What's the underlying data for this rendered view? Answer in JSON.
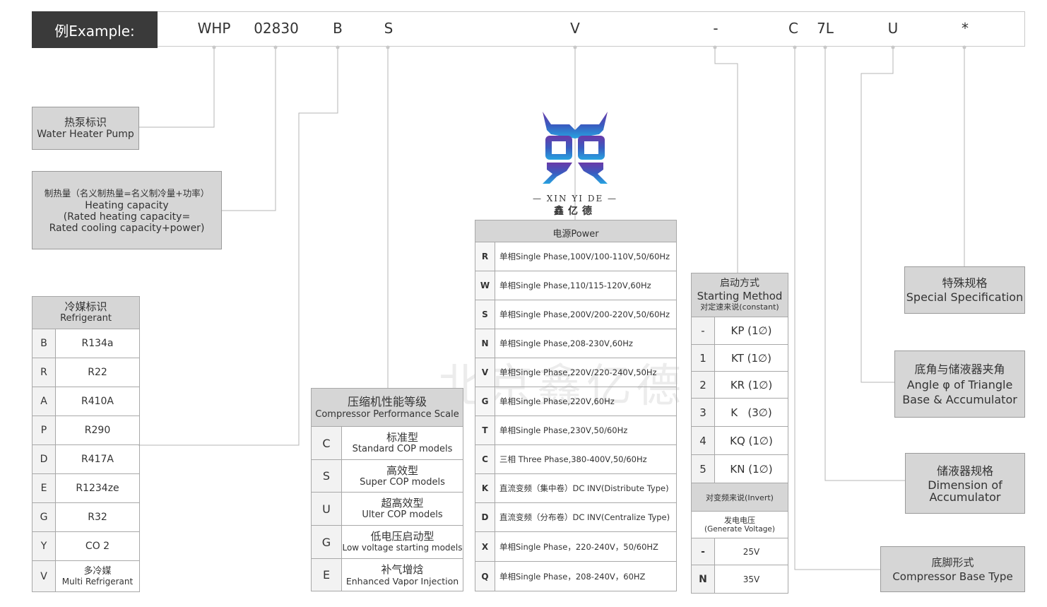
{
  "example": {
    "label": "例Example:",
    "codes": [
      "WHP",
      "02830",
      "B",
      "S",
      "V",
      "-",
      "C",
      "7L",
      "U",
      "*"
    ]
  },
  "logo": {
    "brand_en": "XIN YI DE",
    "brand_zh": "鑫亿德"
  },
  "watermark": "北京鑫亿德",
  "heat_pump": {
    "zh": "热泵标识",
    "en": "Water Heater Pump"
  },
  "capacity": {
    "zh": "制热量（名义制热量=名义制冷量+功率）",
    "en1": "Heating capacity",
    "en2": "(Rated heating capacity=",
    "en3": "Rated cooling capacity+power)"
  },
  "refrigerant": {
    "zh": "冷媒标识",
    "en": "Refrigerant",
    "rows": [
      {
        "key": "B",
        "val": "R134a"
      },
      {
        "key": "R",
        "val": "R22"
      },
      {
        "key": "A",
        "val": "R410A"
      },
      {
        "key": "P",
        "val": "R290"
      },
      {
        "key": "D",
        "val": "R417A"
      },
      {
        "key": "E",
        "val": "R1234ze"
      },
      {
        "key": "G",
        "val": "R32"
      },
      {
        "key": "Y",
        "val": "CO 2"
      },
      {
        "key": "V",
        "val": "多冷媒",
        "val2": "Multi Refrigerant"
      }
    ]
  },
  "compressor_scale": {
    "zh": "压缩机性能等级",
    "en": "Compressor Performance Scale",
    "rows": [
      {
        "key": "C",
        "zh": "标准型",
        "en": "Standard COP models"
      },
      {
        "key": "S",
        "zh": "高效型",
        "en": "Super COP models"
      },
      {
        "key": "U",
        "zh": "超高效型",
        "en": "Ulter COP models"
      },
      {
        "key": "G",
        "zh": "低电压启动型",
        "en": "Low voltage starting models"
      },
      {
        "key": "E",
        "zh": "补气增焓",
        "en": "Enhanced Vapor Injection"
      }
    ]
  },
  "power": {
    "title": "电源Power",
    "rows": [
      {
        "key": "R",
        "val": "单相Single Phase,100V/100-110V,50/60Hz"
      },
      {
        "key": "W",
        "val": "单相Single Phase,110/115-120V,60Hz"
      },
      {
        "key": "S",
        "val": "单相Single Phase,200V/200-220V,50/60Hz"
      },
      {
        "key": "N",
        "val": "单相Single Phase,208-230V,60Hz"
      },
      {
        "key": "V",
        "val": "单相Single Phase,220V/220-240V,50Hz"
      },
      {
        "key": "G",
        "val": "单相Single Phase,220V,60Hz"
      },
      {
        "key": "T",
        "val": "单相Single Phase,230V,50/60Hz"
      },
      {
        "key": "C",
        "val": "三相 Three Phase,380-400V,50/60Hz"
      },
      {
        "key": "K",
        "val": "直流变频（集中卷）DC INV(Distribute Type)"
      },
      {
        "key": "D",
        "val": "直流变频（分布卷）DC INV(Centralize Type)"
      },
      {
        "key": "X",
        "val": "单相Single Phase，220-240V，50/60HZ"
      },
      {
        "key": "Q",
        "val": "单相Single Phase，208-240V，60HZ"
      }
    ]
  },
  "starting": {
    "zh": "启动方式",
    "en": "Starting Method",
    "sub": "对定速来说(constant)",
    "rows": [
      {
        "key": "-",
        "val": "KP (1∅)"
      },
      {
        "key": "1",
        "val": "KT (1∅)"
      },
      {
        "key": "2",
        "val": "KR (1∅)"
      },
      {
        "key": "3",
        "val": "K   (3∅)"
      },
      {
        "key": "4",
        "val": "KQ (1∅)"
      },
      {
        "key": "5",
        "val": "KN (1∅)"
      }
    ],
    "invert": "对变频来说(Invert)",
    "gen_zh": "发电电压",
    "gen_en": "(Generate Voltage)",
    "volt_rows": [
      {
        "key": "-",
        "val": "25V"
      },
      {
        "key": "N",
        "val": "35V"
      }
    ]
  },
  "special": {
    "zh": "特殊规格",
    "en": "Special Specification"
  },
  "angle": {
    "zh": "底角与储液器夹角",
    "en1": "Angle φ of Triangle",
    "en2": "Base & Accumulator"
  },
  "accumulator": {
    "zh": "储液器规格",
    "en1": "Dimension of",
    "en2": "Accumulator"
  },
  "base": {
    "zh": "底脚形式",
    "en": "Compressor Base Type"
  }
}
